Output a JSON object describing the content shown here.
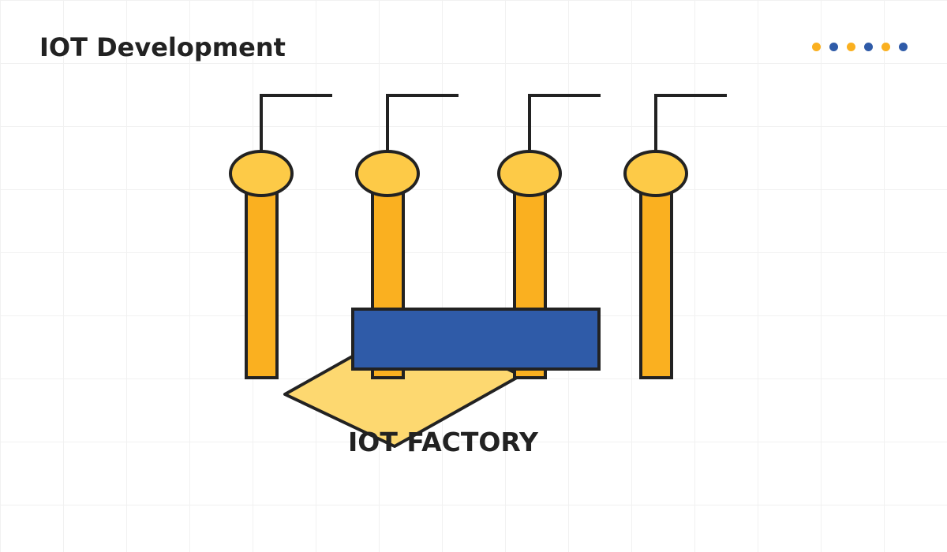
{
  "header": {
    "title": "IOT Development"
  },
  "decoration": {
    "dots": [
      {
        "color": "#FAB020"
      },
      {
        "color": "#2F5BA8"
      },
      {
        "color": "#FAB020"
      },
      {
        "color": "#2F5BA8"
      },
      {
        "color": "#FAB020"
      },
      {
        "color": "#2F5BA8"
      }
    ]
  },
  "diagram": {
    "factory_label": "IOT FACTORY",
    "chimney_count": 4,
    "colors": {
      "chimney_body": "#FAB020",
      "chimney_cap": "#FDCA47",
      "base": "#FDD870",
      "building": "#2F5BA8",
      "outline": "#222222"
    }
  }
}
